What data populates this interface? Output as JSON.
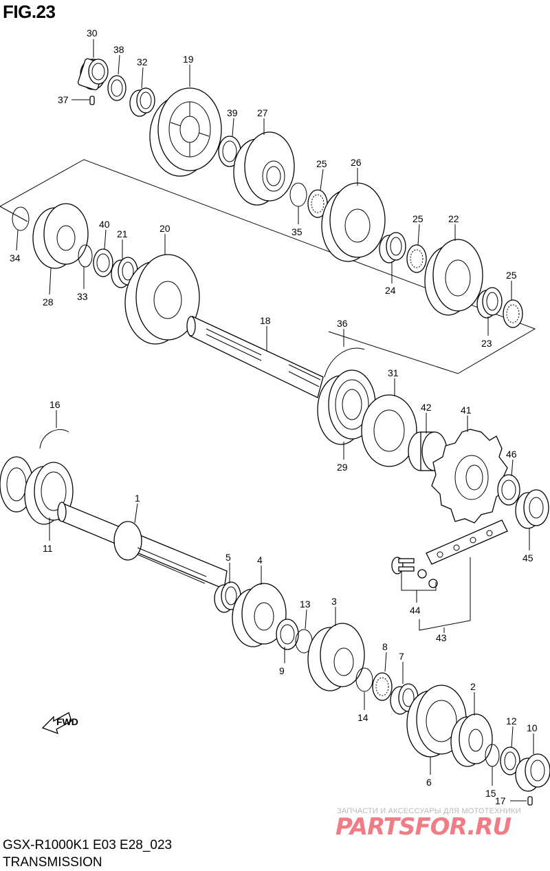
{
  "figure": {
    "title": "FIG.23",
    "model": "GSX-R1000K1 E03 E28_023",
    "section": "TRANSMISSION"
  },
  "fwd_label": "FWD",
  "watermark": {
    "caption": "ЗАПЧАСТИ И АКСЕССУАРЫ ДЛЯ МОТОТЕХНИКИ",
    "logo": "PARTSFOR.RU",
    "color": "#f07d86"
  },
  "callouts": [
    {
      "no": "30"
    },
    {
      "no": "38"
    },
    {
      "no": "32"
    },
    {
      "no": "19"
    },
    {
      "no": "37"
    },
    {
      "no": "39"
    },
    {
      "no": "27"
    },
    {
      "no": "25"
    },
    {
      "no": "26"
    },
    {
      "no": "35"
    },
    {
      "no": "25"
    },
    {
      "no": "22"
    },
    {
      "no": "34"
    },
    {
      "no": "40"
    },
    {
      "no": "21"
    },
    {
      "no": "20"
    },
    {
      "no": "33"
    },
    {
      "no": "28"
    },
    {
      "no": "24"
    },
    {
      "no": "25"
    },
    {
      "no": "23"
    },
    {
      "no": "18"
    },
    {
      "no": "36"
    },
    {
      "no": "31"
    },
    {
      "no": "42"
    },
    {
      "no": "41"
    },
    {
      "no": "46"
    },
    {
      "no": "29"
    },
    {
      "no": "16"
    },
    {
      "no": "1"
    },
    {
      "no": "45"
    },
    {
      "no": "11"
    },
    {
      "no": "5"
    },
    {
      "no": "4"
    },
    {
      "no": "13"
    },
    {
      "no": "3"
    },
    {
      "no": "44"
    },
    {
      "no": "43"
    },
    {
      "no": "9"
    },
    {
      "no": "8"
    },
    {
      "no": "7"
    },
    {
      "no": "14"
    },
    {
      "no": "2"
    },
    {
      "no": "12"
    },
    {
      "no": "10"
    },
    {
      "no": "6"
    },
    {
      "no": "15"
    },
    {
      "no": "17"
    }
  ]
}
